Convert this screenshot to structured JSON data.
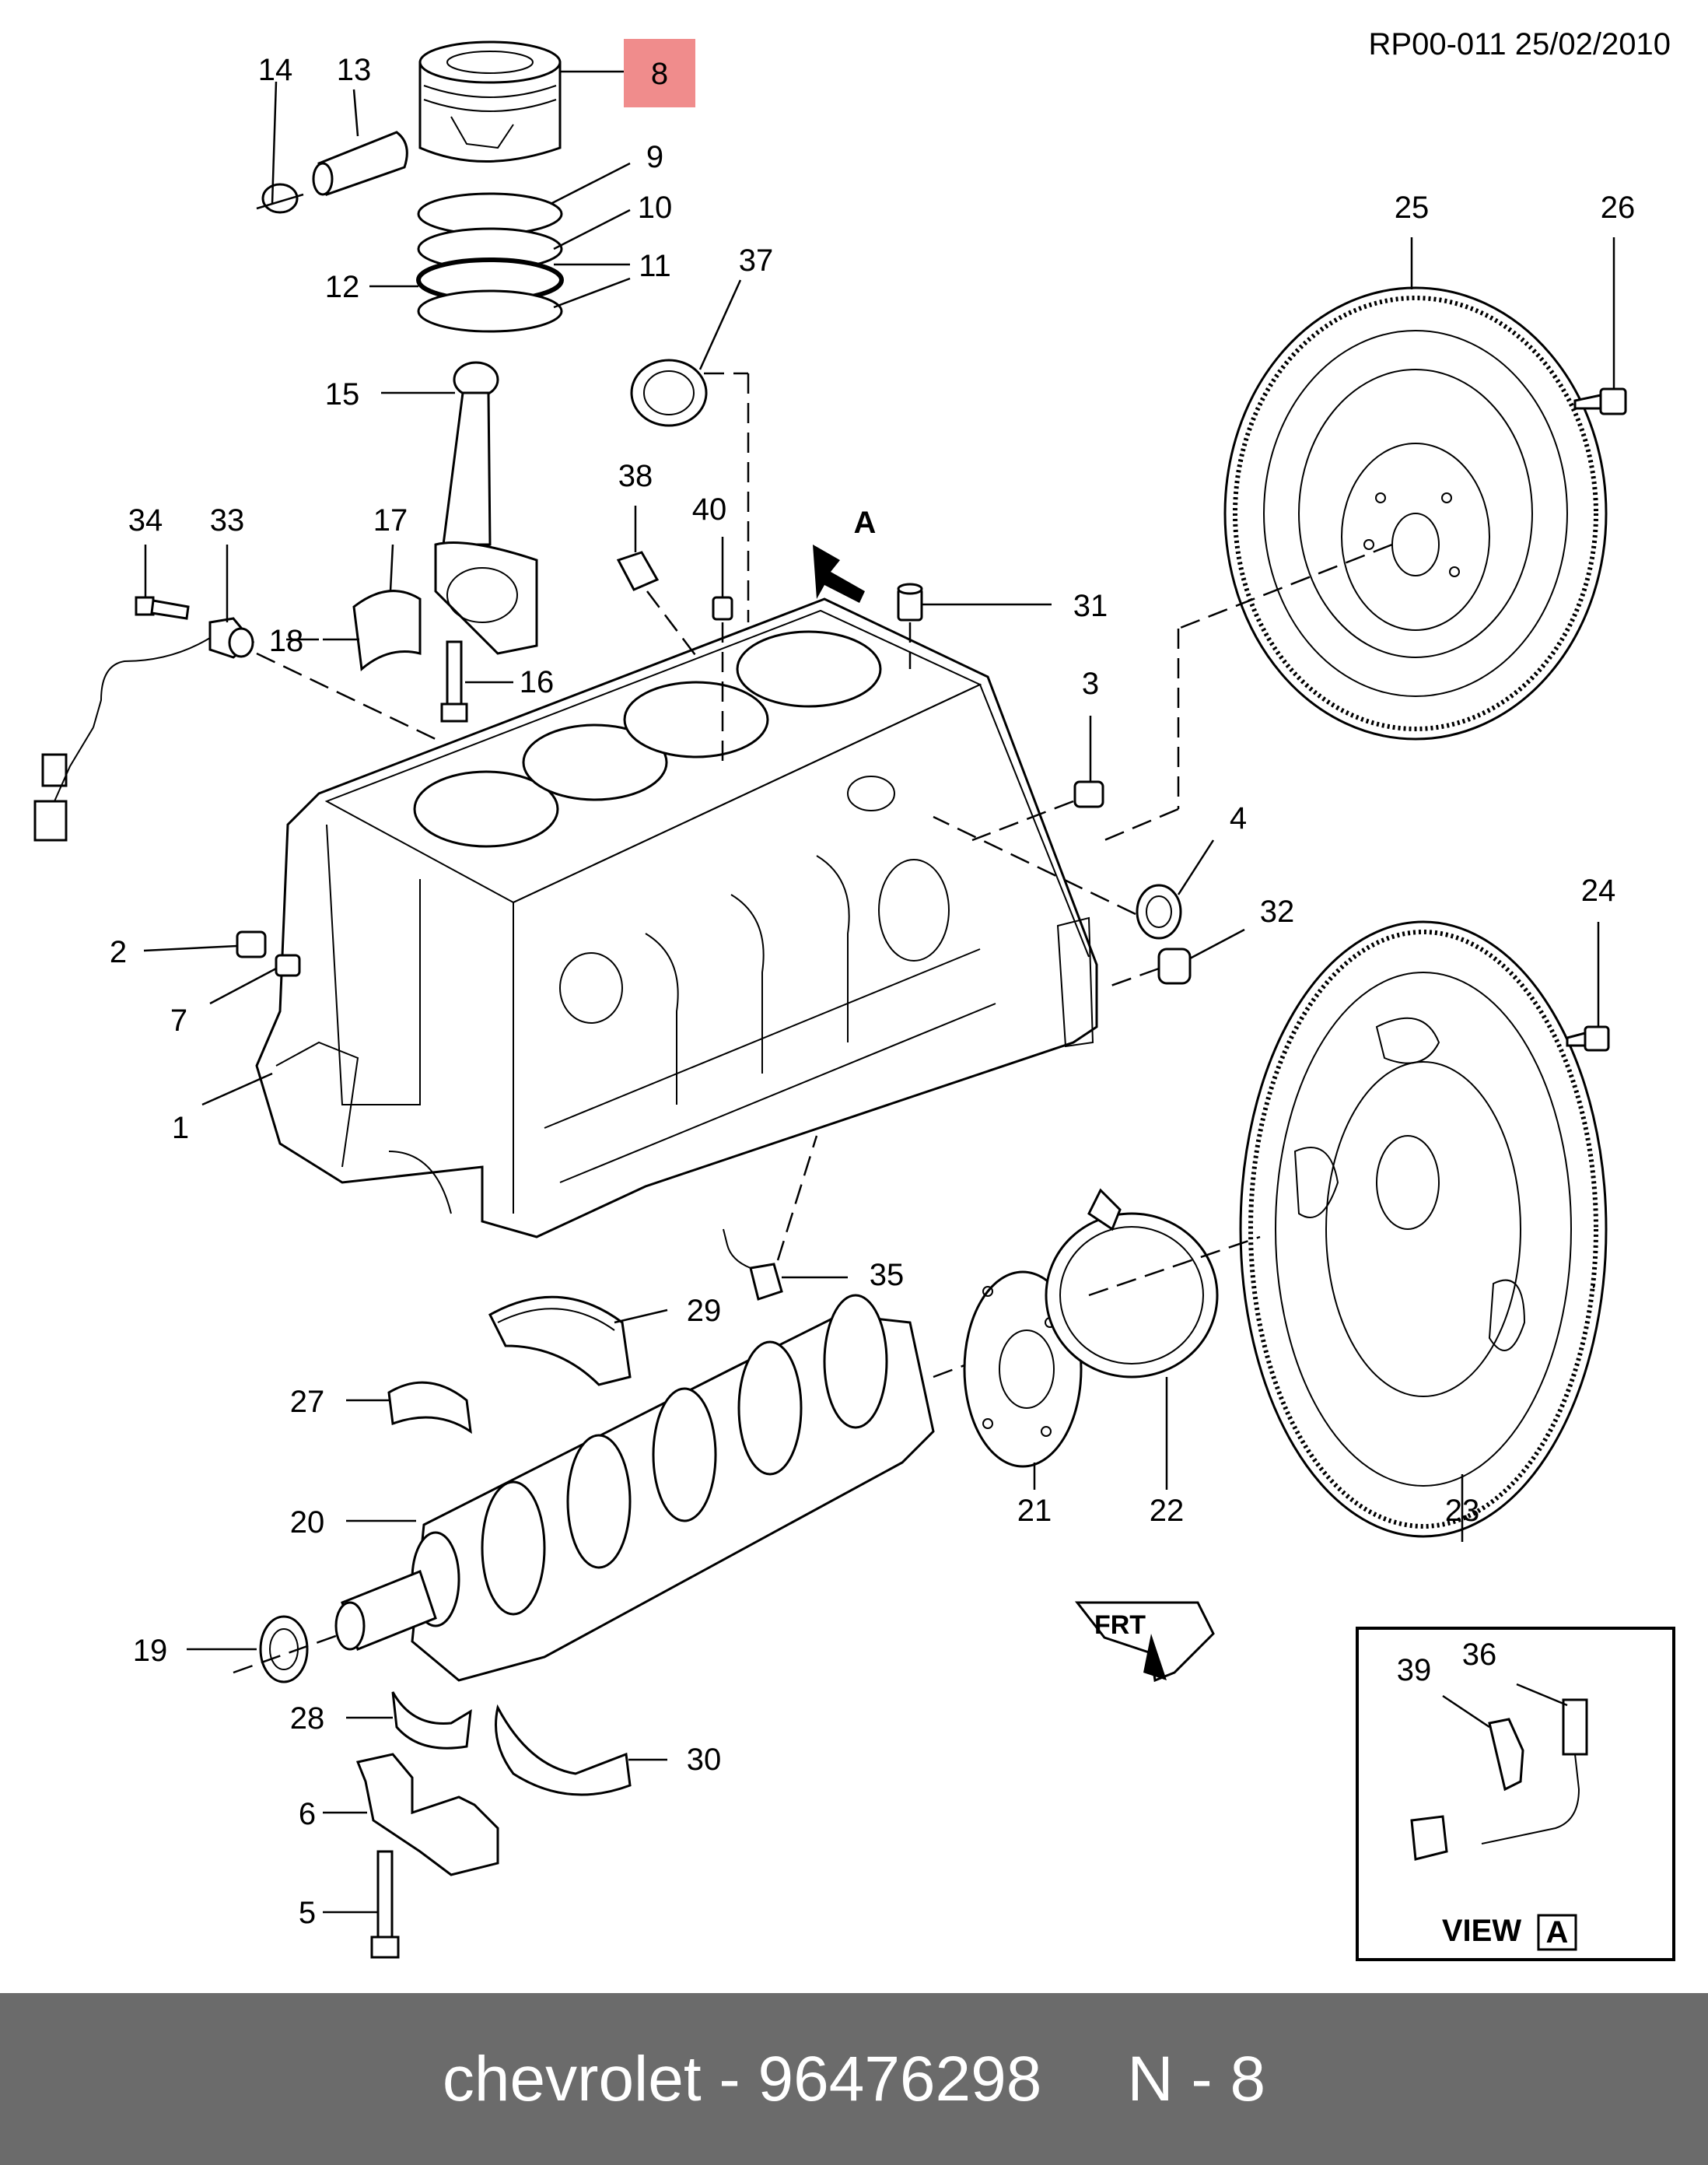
{
  "header": {
    "code": "RP00-011 25/02/2010"
  },
  "highlight": {
    "color": "#f08c8c",
    "label": "8"
  },
  "callouts": {
    "c1": "1",
    "c2": "2",
    "c3": "3",
    "c4": "4",
    "c5": "5",
    "c6": "6",
    "c7": "7",
    "c9": "9",
    "c10": "10",
    "c11": "11",
    "c12": "12",
    "c13": "13",
    "c14": "14",
    "c15": "15",
    "c16": "16",
    "c17": "17",
    "c18": "18",
    "c19": "19",
    "c20": "20",
    "c21": "21",
    "c22": "22",
    "c23": "23",
    "c24": "24",
    "c25": "25",
    "c26": "26",
    "c27": "27",
    "c28": "28",
    "c29": "29",
    "c30": "30",
    "c31": "31",
    "c32": "32",
    "c33": "33",
    "c34": "34",
    "c35": "35",
    "c36": "36",
    "c37": "37",
    "c38": "38",
    "c39": "39",
    "c40": "40"
  },
  "view_marker": "A",
  "inset": {
    "title": "VIEW",
    "letter": "A"
  },
  "front_marker": "FRT",
  "footer": {
    "brand": "chevrolet - 96476298",
    "ref": "N - 8"
  }
}
